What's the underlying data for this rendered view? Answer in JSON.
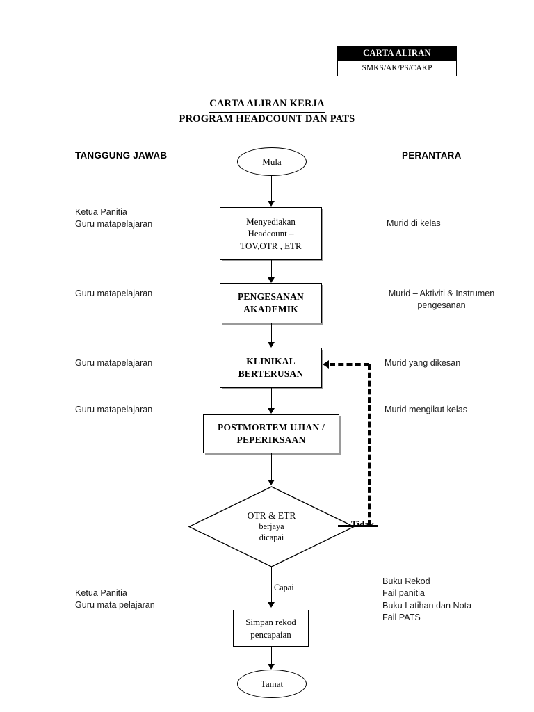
{
  "header_stamp": {
    "title": "CARTA ALIRAN",
    "code": "SMKS/AK/PS/CAKP"
  },
  "doc_title": {
    "line1": "CARTA ALIRAN KERJA",
    "line2": "PROGRAM HEADCOUNT DAN PATS"
  },
  "columns": {
    "left_header": "TANGGUNG JAWAB",
    "right_header": "PERANTARA"
  },
  "flow": {
    "start": "Mula",
    "end": "Tamat",
    "steps": [
      {
        "id": "headcount",
        "text": "Menyediakan\nHeadcount –\nTOV,OTR , ETR",
        "responsibility": "Ketua Panitia\nGuru matapelajaran",
        "medium": "Murid di kelas"
      },
      {
        "id": "pengesanan",
        "text": "PENGESANAN\nAKADEMIK",
        "responsibility": "Guru matapelajaran",
        "medium": "Murid – Aktiviti & Instrumen\npengesanan"
      },
      {
        "id": "klinikal",
        "text": "KLINIKAL\nBERTERUSAN",
        "responsibility": "Guru matapelajaran",
        "medium": "Murid yang dikesan"
      },
      {
        "id": "postmortem",
        "text": "POSTMORTEM UJIAN /\nPEPERIKSAAN",
        "responsibility": "Guru matapelajaran",
        "medium": "Murid mengikut kelas"
      },
      {
        "id": "simpan",
        "text": "Simpan rekod\npencapaian",
        "responsibility": "Ketua Panitia\nGuru mata pelajaran",
        "medium": "Buku Rekod\nFail panitia\nBuku Latihan dan Nota\nFail PATS"
      }
    ],
    "decision": {
      "line1": "OTR & ETR",
      "line2": "berjaya",
      "line3": "dicapai"
    },
    "edge_labels": {
      "no_branch": "Tidak",
      "yes_branch": "Capai"
    }
  },
  "colors": {
    "ink": "#000000",
    "shadow": "#9a9a9a",
    "stamp_bar": "#000000",
    "stamp_text": "#ffffff",
    "page": "#ffffff"
  }
}
